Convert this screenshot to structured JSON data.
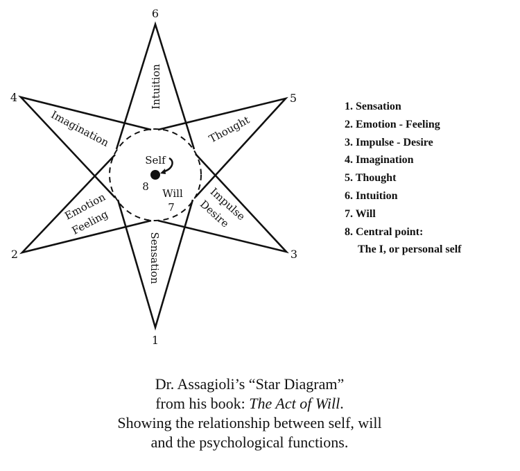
{
  "diagram": {
    "points": [
      "1",
      "2",
      "3",
      "4",
      "5",
      "6"
    ],
    "functions": {
      "intuition": "Intuition",
      "imagination": "Imagination",
      "thought": "Thought",
      "emotion": "Emotion",
      "feeling": "Feeling",
      "impulse": "Impulse",
      "desire": "Desire",
      "sensation": "Sensation"
    },
    "center": {
      "self": "Self",
      "will": "Will",
      "num_8": "8",
      "num_7": "7"
    }
  },
  "legend": [
    "1. Sensation",
    "2. Emotion - Feeling",
    "3. Impulse - Desire",
    "4. Imagination",
    "5. Thought",
    "6. Intuition",
    "7. Will",
    "8. Central point:",
    "The I, or personal self"
  ],
  "caption": {
    "line1": "Dr. Assagioli’s “Star Diagram”",
    "line2_prefix": "from his book: ",
    "line2_title": "The Act of Will",
    "line2_suffix": ".",
    "line3": "Showing the relationship between self, will",
    "line4": "and the psychological functions."
  }
}
